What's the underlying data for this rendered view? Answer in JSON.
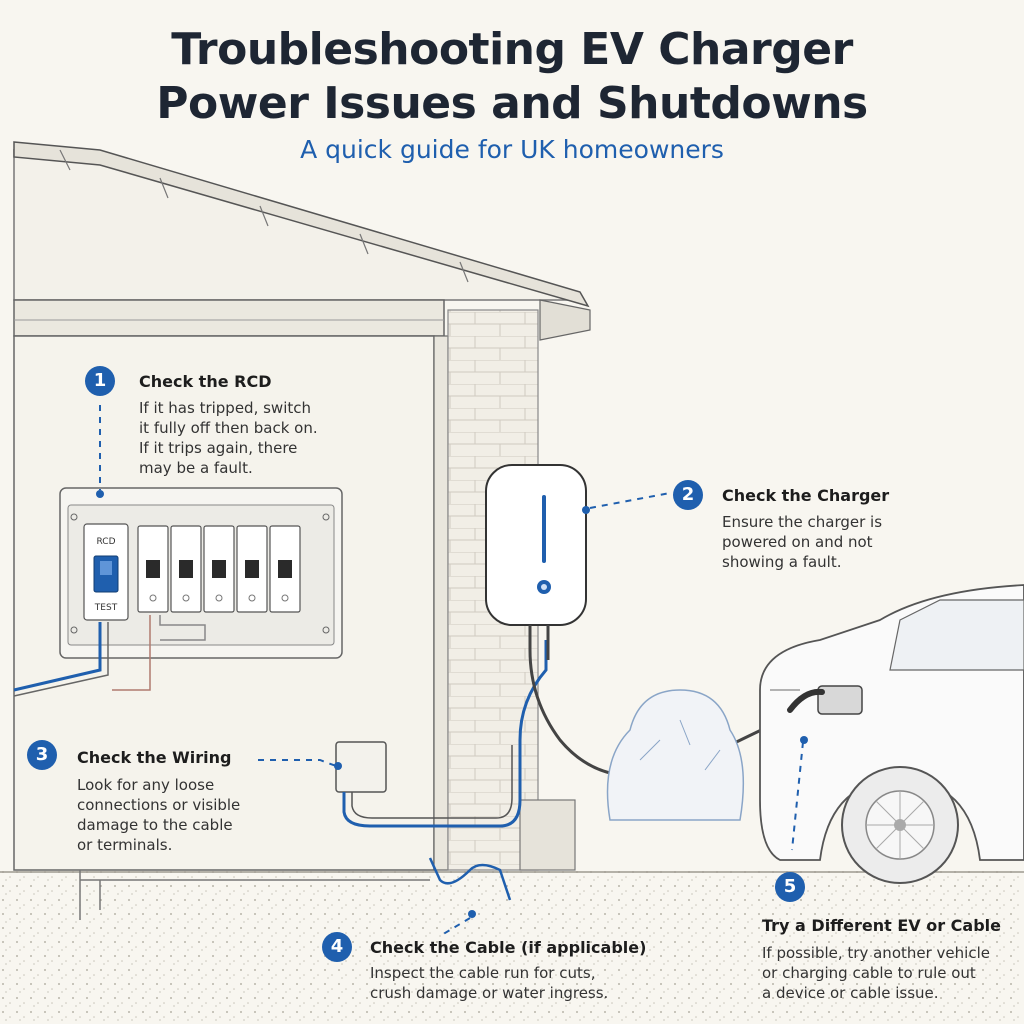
{
  "title_lines": [
    "Troubleshooting EV Charger",
    "Power Issues and Shutdowns"
  ],
  "subtitle": "A quick guide for UK homeowners",
  "consumer_unit": {
    "rcd_label": "RCD",
    "test_label": "TEST"
  },
  "steps": [
    {
      "number": "1",
      "title": "Check the RCD",
      "lines": [
        "If it has tripped, switch",
        "it fully off then back on.",
        "If it trips again, there",
        "may be a fault."
      ]
    },
    {
      "number": "2",
      "title": "Check the Charger",
      "lines": [
        "Ensure the charger is",
        "powered on and not",
        "showing a fault."
      ]
    },
    {
      "number": "3",
      "title": "Check the Wiring",
      "lines": [
        "Look for any loose",
        "connections or visible",
        "damage to the cable",
        "or terminals."
      ]
    },
    {
      "number": "4",
      "title": "Check the Cable (if applicable)",
      "lines": [
        "Inspect the cable run for cuts,",
        "crush damage or water ingress."
      ]
    },
    {
      "number": "5",
      "title": "Try a Different EV or Cable",
      "lines": [
        "If possible, try another vehicle",
        "or charging cable to rule out",
        "a device or cable issue."
      ]
    }
  ],
  "colors": {
    "accent": "#1f5fae",
    "ink": "#1e2633",
    "background": "#f8f6f0"
  }
}
